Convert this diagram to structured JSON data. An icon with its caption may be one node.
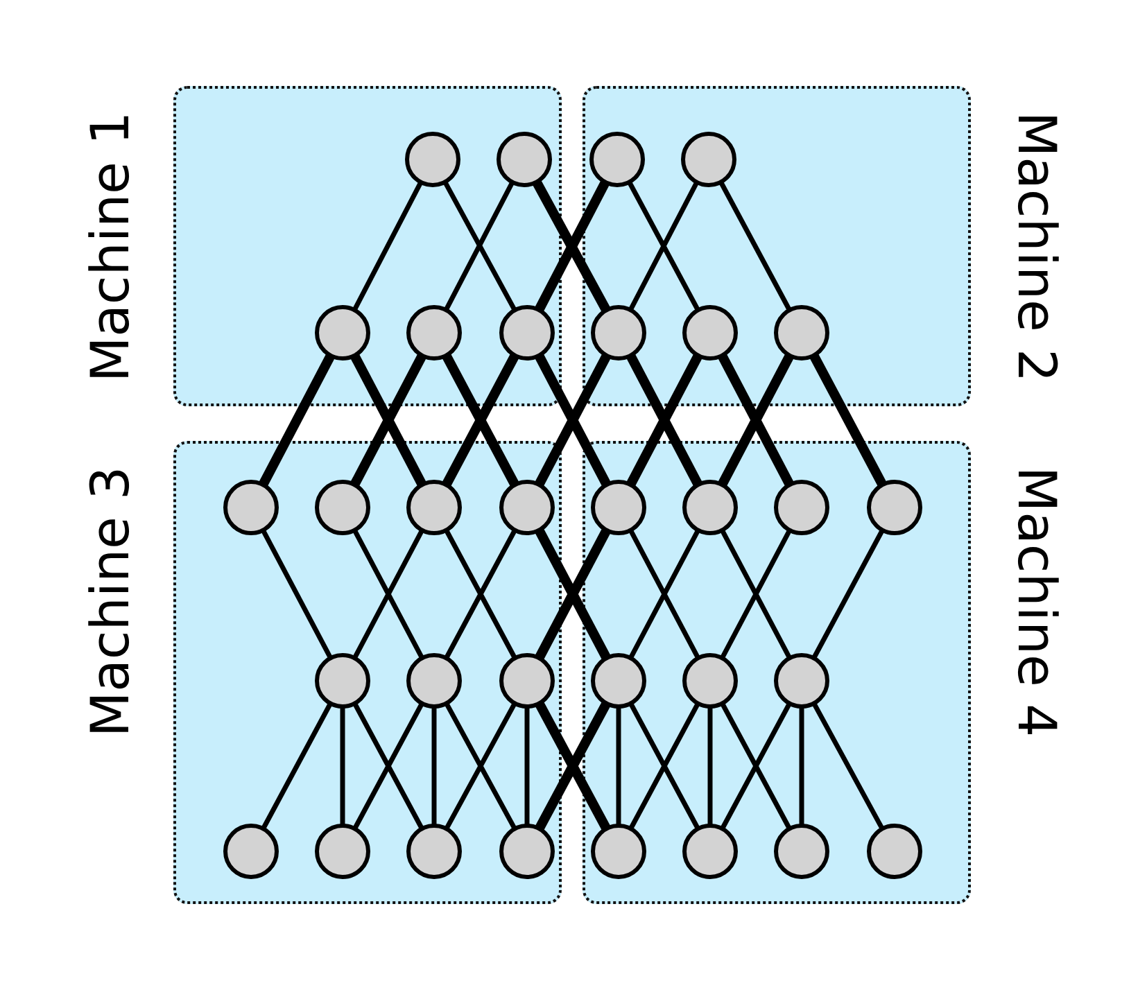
{
  "diagram": {
    "nodes": [
      {
        "text": [
          "Machine 1"
        ]
      },
      {
        "text": [
          "Machine 2"
        ]
      },
      {
        "text": [
          "Machine 3"
        ]
      },
      {
        "text": [
          "Machine 4"
        ]
      },
      {
        "text": [],
        "shape": "circle",
        "in": 0
      },
      {
        "text": [],
        "shape": "circle",
        "in": 0
      },
      {
        "text": [],
        "shape": "circle",
        "in": 1
      },
      {
        "text": [],
        "shape": "circle",
        "in": 1
      },
      {
        "text": [],
        "shape": "circle",
        "in": 0
      },
      {
        "text": [],
        "shape": "circle",
        "in": 0
      },
      {
        "text": [],
        "shape": "circle",
        "in": 0
      },
      {
        "text": [],
        "shape": "circle",
        "in": 1
      },
      {
        "text": [],
        "shape": "circle",
        "in": 1
      },
      {
        "text": [],
        "shape": "circle",
        "in": 1
      },
      {
        "text": [],
        "shape": "circle",
        "in": 2
      },
      {
        "text": [],
        "shape": "circle",
        "in": 2
      },
      {
        "text": [],
        "shape": "circle",
        "in": 2
      },
      {
        "text": [],
        "shape": "circle",
        "in": 2
      },
      {
        "text": [],
        "shape": "circle",
        "in": 3
      },
      {
        "text": [],
        "shape": "circle",
        "in": 3
      },
      {
        "text": [],
        "shape": "circle",
        "in": 3
      },
      {
        "text": [],
        "shape": "circle",
        "in": 3
      },
      {
        "text": [],
        "shape": "circle",
        "in": 2
      },
      {
        "text": [],
        "shape": "circle",
        "in": 2
      },
      {
        "text": [],
        "shape": "circle",
        "in": 2
      },
      {
        "text": [],
        "shape": "circle",
        "in": 3
      },
      {
        "text": [],
        "shape": "circle",
        "in": 3
      },
      {
        "text": [],
        "shape": "circle",
        "in": 3
      },
      {
        "text": [],
        "shape": "circle",
        "in": 2
      },
      {
        "text": [],
        "shape": "circle",
        "in": 2
      },
      {
        "text": [],
        "shape": "circle",
        "in": 2
      },
      {
        "text": [],
        "shape": "circle",
        "in": 2
      },
      {
        "text": [],
        "shape": "circle",
        "in": 3
      },
      {
        "text": [],
        "shape": "circle",
        "in": 3
      },
      {
        "text": [],
        "shape": "circle",
        "in": 3
      },
      {
        "text": [],
        "shape": "circle",
        "in": 3
      }
    ],
    "edges": [
      {
        "from": 4,
        "to": 8,
        "arrow": "none"
      },
      {
        "from": 4,
        "to": 10,
        "arrow": "none"
      },
      {
        "from": 5,
        "to": 9,
        "arrow": "none"
      },
      {
        "from": 5,
        "to": 11,
        "arrow": "none",
        "style": "thick"
      },
      {
        "from": 6,
        "to": 10,
        "arrow": "none",
        "style": "thick"
      },
      {
        "from": 6,
        "to": 12,
        "arrow": "none"
      },
      {
        "from": 7,
        "to": 11,
        "arrow": "none"
      },
      {
        "from": 7,
        "to": 13,
        "arrow": "none"
      },
      {
        "from": 8,
        "to": 14,
        "arrow": "none",
        "style": "thick"
      },
      {
        "from": 8,
        "to": 16,
        "arrow": "none",
        "style": "thick"
      },
      {
        "from": 9,
        "to": 15,
        "arrow": "none",
        "style": "thick"
      },
      {
        "from": 9,
        "to": 17,
        "arrow": "none",
        "style": "thick"
      },
      {
        "from": 10,
        "to": 16,
        "arrow": "none",
        "style": "thick"
      },
      {
        "from": 10,
        "to": 18,
        "arrow": "none",
        "style": "thick"
      },
      {
        "from": 11,
        "to": 17,
        "arrow": "none",
        "style": "thick"
      },
      {
        "from": 11,
        "to": 19,
        "arrow": "none",
        "style": "thick"
      },
      {
        "from": 12,
        "to": 18,
        "arrow": "none",
        "style": "thick"
      },
      {
        "from": 12,
        "to": 20,
        "arrow": "none",
        "style": "thick"
      },
      {
        "from": 13,
        "to": 19,
        "arrow": "none",
        "style": "thick"
      },
      {
        "from": 13,
        "to": 21,
        "arrow": "none",
        "style": "thick"
      },
      {
        "from": 14,
        "to": 22,
        "arrow": "none"
      },
      {
        "from": 15,
        "to": 23,
        "arrow": "none"
      },
      {
        "from": 16,
        "to": 22,
        "arrow": "none"
      },
      {
        "from": 16,
        "to": 24,
        "arrow": "none"
      },
      {
        "from": 17,
        "to": 23,
        "arrow": "none"
      },
      {
        "from": 17,
        "to": 25,
        "arrow": "none",
        "style": "thick"
      },
      {
        "from": 18,
        "to": 24,
        "arrow": "none",
        "style": "thick"
      },
      {
        "from": 18,
        "to": 26,
        "arrow": "none"
      },
      {
        "from": 19,
        "to": 25,
        "arrow": "none"
      },
      {
        "from": 19,
        "to": 27,
        "arrow": "none"
      },
      {
        "from": 20,
        "to": 26,
        "arrow": "none"
      },
      {
        "from": 21,
        "to": 27,
        "arrow": "none"
      },
      {
        "from": 22,
        "to": 28,
        "arrow": "none"
      },
      {
        "from": 22,
        "to": 29,
        "arrow": "none"
      },
      {
        "from": 22,
        "to": 30,
        "arrow": "none"
      },
      {
        "from": 23,
        "to": 29,
        "arrow": "none"
      },
      {
        "from": 23,
        "to": 30,
        "arrow": "none"
      },
      {
        "from": 23,
        "to": 31,
        "arrow": "none"
      },
      {
        "from": 24,
        "to": 30,
        "arrow": "none"
      },
      {
        "from": 24,
        "to": 31,
        "arrow": "none"
      },
      {
        "from": 24,
        "to": 32,
        "arrow": "none",
        "style": "thick"
      },
      {
        "from": 25,
        "to": 31,
        "arrow": "none",
        "style": "thick"
      },
      {
        "from": 25,
        "to": 32,
        "arrow": "none"
      },
      {
        "from": 25,
        "to": 33,
        "arrow": "none"
      },
      {
        "from": 26,
        "to": 32,
        "arrow": "none"
      },
      {
        "from": 26,
        "to": 33,
        "arrow": "none"
      },
      {
        "from": 26,
        "to": 34,
        "arrow": "none"
      },
      {
        "from": 27,
        "to": 33,
        "arrow": "none"
      },
      {
        "from": 27,
        "to": 34,
        "arrow": "none"
      },
      {
        "from": 27,
        "to": 35,
        "arrow": "none"
      }
    ]
  }
}
